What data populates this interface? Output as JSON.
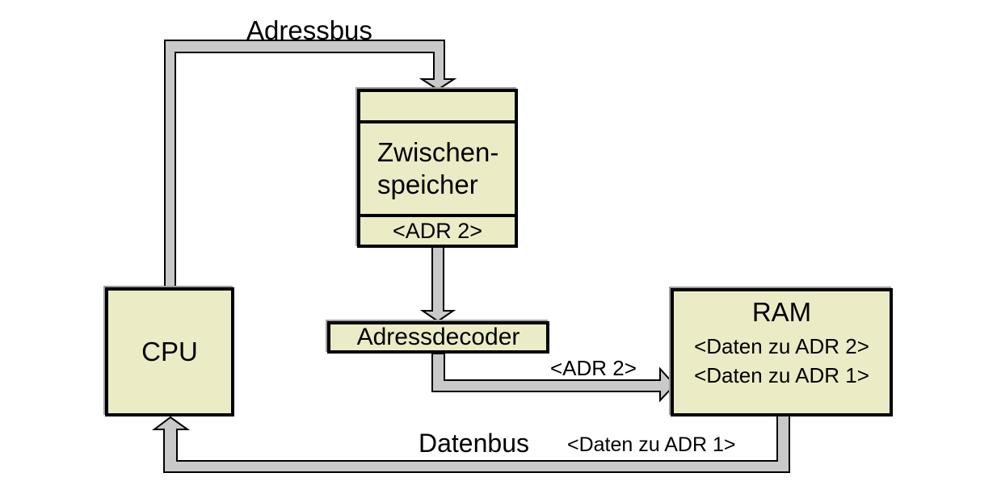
{
  "diagram": {
    "type": "block-diagram",
    "language": "de",
    "colors": {
      "background": "#ffffff",
      "box_fill": "#ebecc6",
      "box_border": "#000000",
      "box_highlight": "#9e9e9e",
      "pipe_fill": "#c9c9c9",
      "pipe_stroke": "#000000",
      "text": "#000000"
    },
    "boxes": {
      "cpu": {
        "label": "CPU"
      },
      "buffer": {
        "line1": "Zwischen-",
        "line2": "speicher",
        "slot": "<ADR 2>"
      },
      "decoder": {
        "label": "Adressdecoder"
      },
      "ram": {
        "label": "RAM",
        "row1": "<Daten zu ADR 2>",
        "row2": "<Daten zu ADR 1>"
      }
    },
    "bus_labels": {
      "adressbus": "Adressbus",
      "datenbus": "Datenbus",
      "adr2": "<ADR 2>",
      "daten_adr1": "<Daten zu ADR 1>"
    },
    "connections": [
      "CPU -> Zwischenspeicher (Adressbus)",
      "Zwischenspeicher -> Adressdecoder",
      "Adressdecoder -> RAM (<ADR 2>)",
      "RAM -> CPU (Datenbus, <Daten zu ADR 1>)"
    ]
  }
}
